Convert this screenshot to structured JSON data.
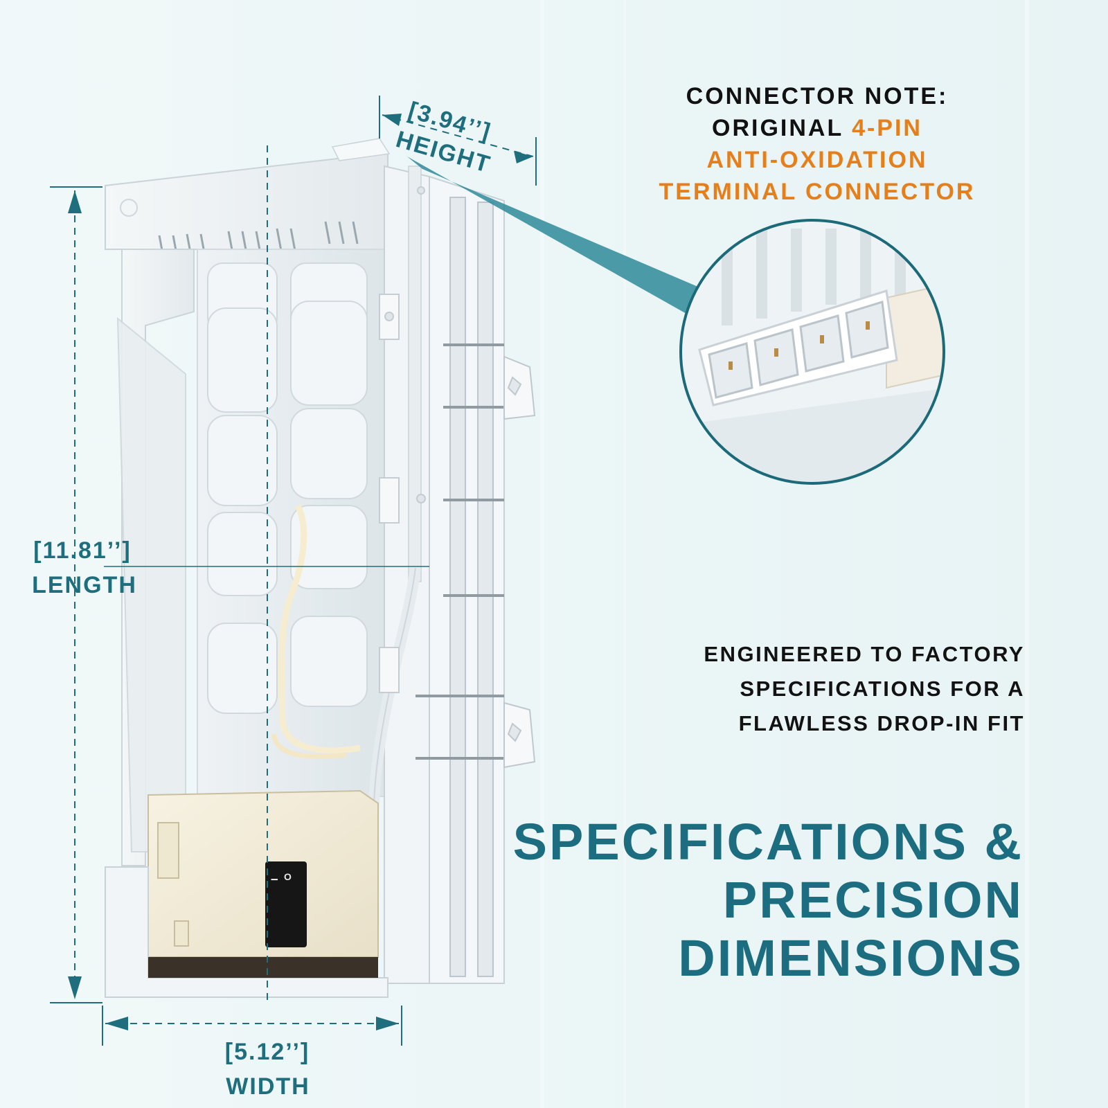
{
  "dimensions": {
    "height_value": "[3.94’’]",
    "height_label": "HEIGHT",
    "length_value": "[11.81’’]",
    "length_label": "LENGTH",
    "width_value": "[5.12’’]",
    "width_label": "WIDTH"
  },
  "connector_note": {
    "line1": "CONNECTOR NOTE:",
    "line2_prefix": "ORIGINAL ",
    "line2_highlight": "4-PIN",
    "line3": "ANTI-OXIDATION",
    "line4": "TERMINAL CONNECTOR"
  },
  "fit_statement": {
    "line1": "ENGINEERED TO FACTORY",
    "line2": "SPECIFICATIONS FOR A",
    "line3": "FLAWLESS DROP-IN FIT"
  },
  "headline": {
    "line1": "SPECIFICATIONS &",
    "line2": "PRECISION",
    "line3": "DIMENSIONS"
  },
  "switch_symbols": {
    "on": "I",
    "off": "O"
  },
  "colors": {
    "teal": "#1e6e7e",
    "orange": "#e57f1c",
    "text_dark": "#111111",
    "background": "#eef6f7"
  }
}
